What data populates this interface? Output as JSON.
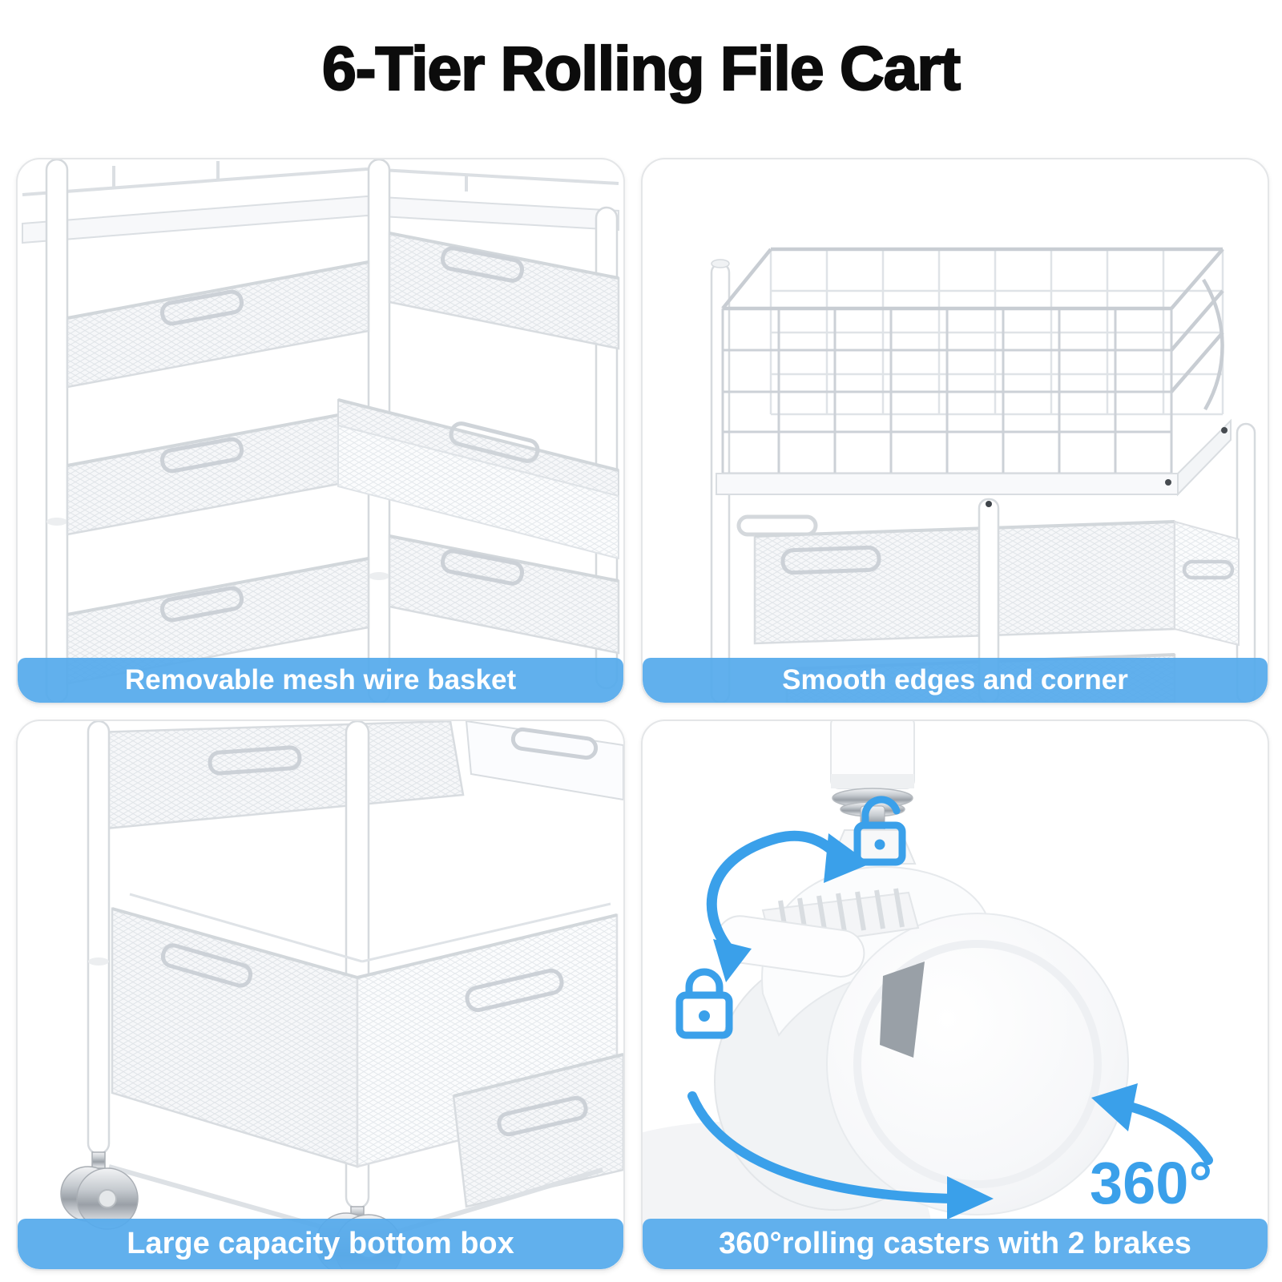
{
  "title": "6-Tier Rolling File Cart",
  "colors": {
    "caption_bar_blue": "#55AAEC",
    "icon_blue": "#3AA0EA",
    "caption_text": "#FFFFFF",
    "title_text": "#0C0C0C",
    "wire_gray": "#D3D8DD"
  },
  "panels": [
    {
      "id": "removable-basket",
      "caption": "Removable mesh wire basket",
      "photo": "tilted-mesh-baskets-closeup"
    },
    {
      "id": "smooth-edges",
      "caption": "Smooth edges and corner",
      "photo": "top-wire-basket-and-mesh-drawers"
    },
    {
      "id": "bottom-box",
      "caption": "Large capacity bottom box",
      "photo": "cart-bottom-box-with-casters"
    },
    {
      "id": "rolling-casters",
      "caption": "360°rolling casters with 2 brakes",
      "photo": "swivel-caster-wheel-with-brake",
      "rotation_label": "360°",
      "icons": [
        "unlocked-padlock",
        "locked-padlock",
        "swivel-arrow",
        "rotate-swoosh-arrow",
        "rotate-counter-arrow"
      ]
    }
  ]
}
